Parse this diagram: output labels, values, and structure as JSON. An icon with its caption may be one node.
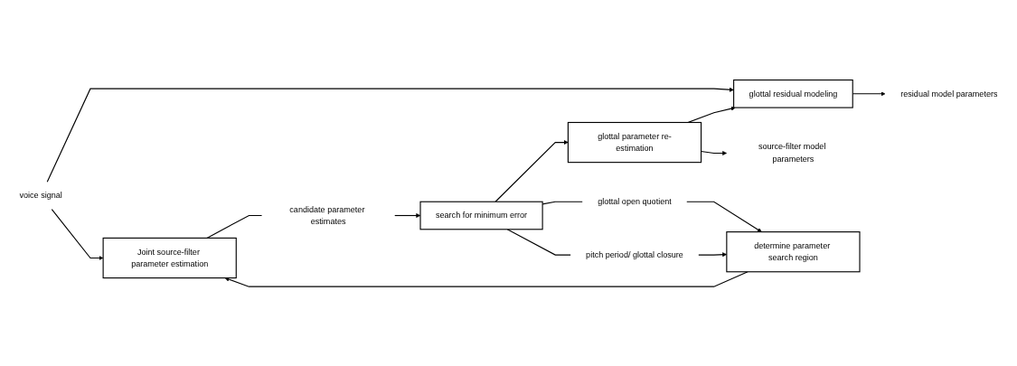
{
  "diagram": {
    "nodes": [
      {
        "text": [
          "voice signal"
        ]
      },
      {
        "text": [
          "Joint source-filter parameter estimation"
        ]
      },
      {
        "text": [
          "candidate parameter estimates"
        ]
      },
      {
        "text": [
          "search for minimum error"
        ]
      },
      {
        "text": [
          "glottal parameter re-estimation"
        ]
      },
      {
        "text": [
          "glottal residual modeling"
        ]
      },
      {
        "text": [
          "residual model parameters"
        ]
      },
      {
        "text": [
          "source-filter model parameters"
        ]
      },
      {
        "text": [
          "determine parameter search region"
        ]
      },
      {
        "text": [
          "glottal open quotient"
        ]
      },
      {
        "text": [
          "pitch period/ glottal closure"
        ]
      }
    ],
    "edges": [
      {
        "from": 0,
        "to": 1,
        "arrow": "to"
      },
      {
        "from": 0,
        "to": 5,
        "arrow": "to"
      },
      {
        "from": 1,
        "to": 2,
        "arrow": "none"
      },
      {
        "from": 2,
        "to": 3,
        "arrow": "to"
      },
      {
        "from": 3,
        "to": 4,
        "arrow": "to"
      },
      {
        "from": 4,
        "to": 5,
        "arrow": "to"
      },
      {
        "from": 5,
        "to": 6,
        "arrow": "to"
      },
      {
        "from": 4,
        "to": 7,
        "arrow": "to"
      },
      {
        "from": 3,
        "to": 9,
        "arrow": "none"
      },
      {
        "from": 9,
        "to": 8,
        "arrow": "to"
      },
      {
        "from": 3,
        "to": 10,
        "arrow": "none"
      },
      {
        "from": 10,
        "to": 8,
        "arrow": "to"
      },
      {
        "from": 8,
        "to": 1,
        "arrow": "to"
      }
    ]
  }
}
